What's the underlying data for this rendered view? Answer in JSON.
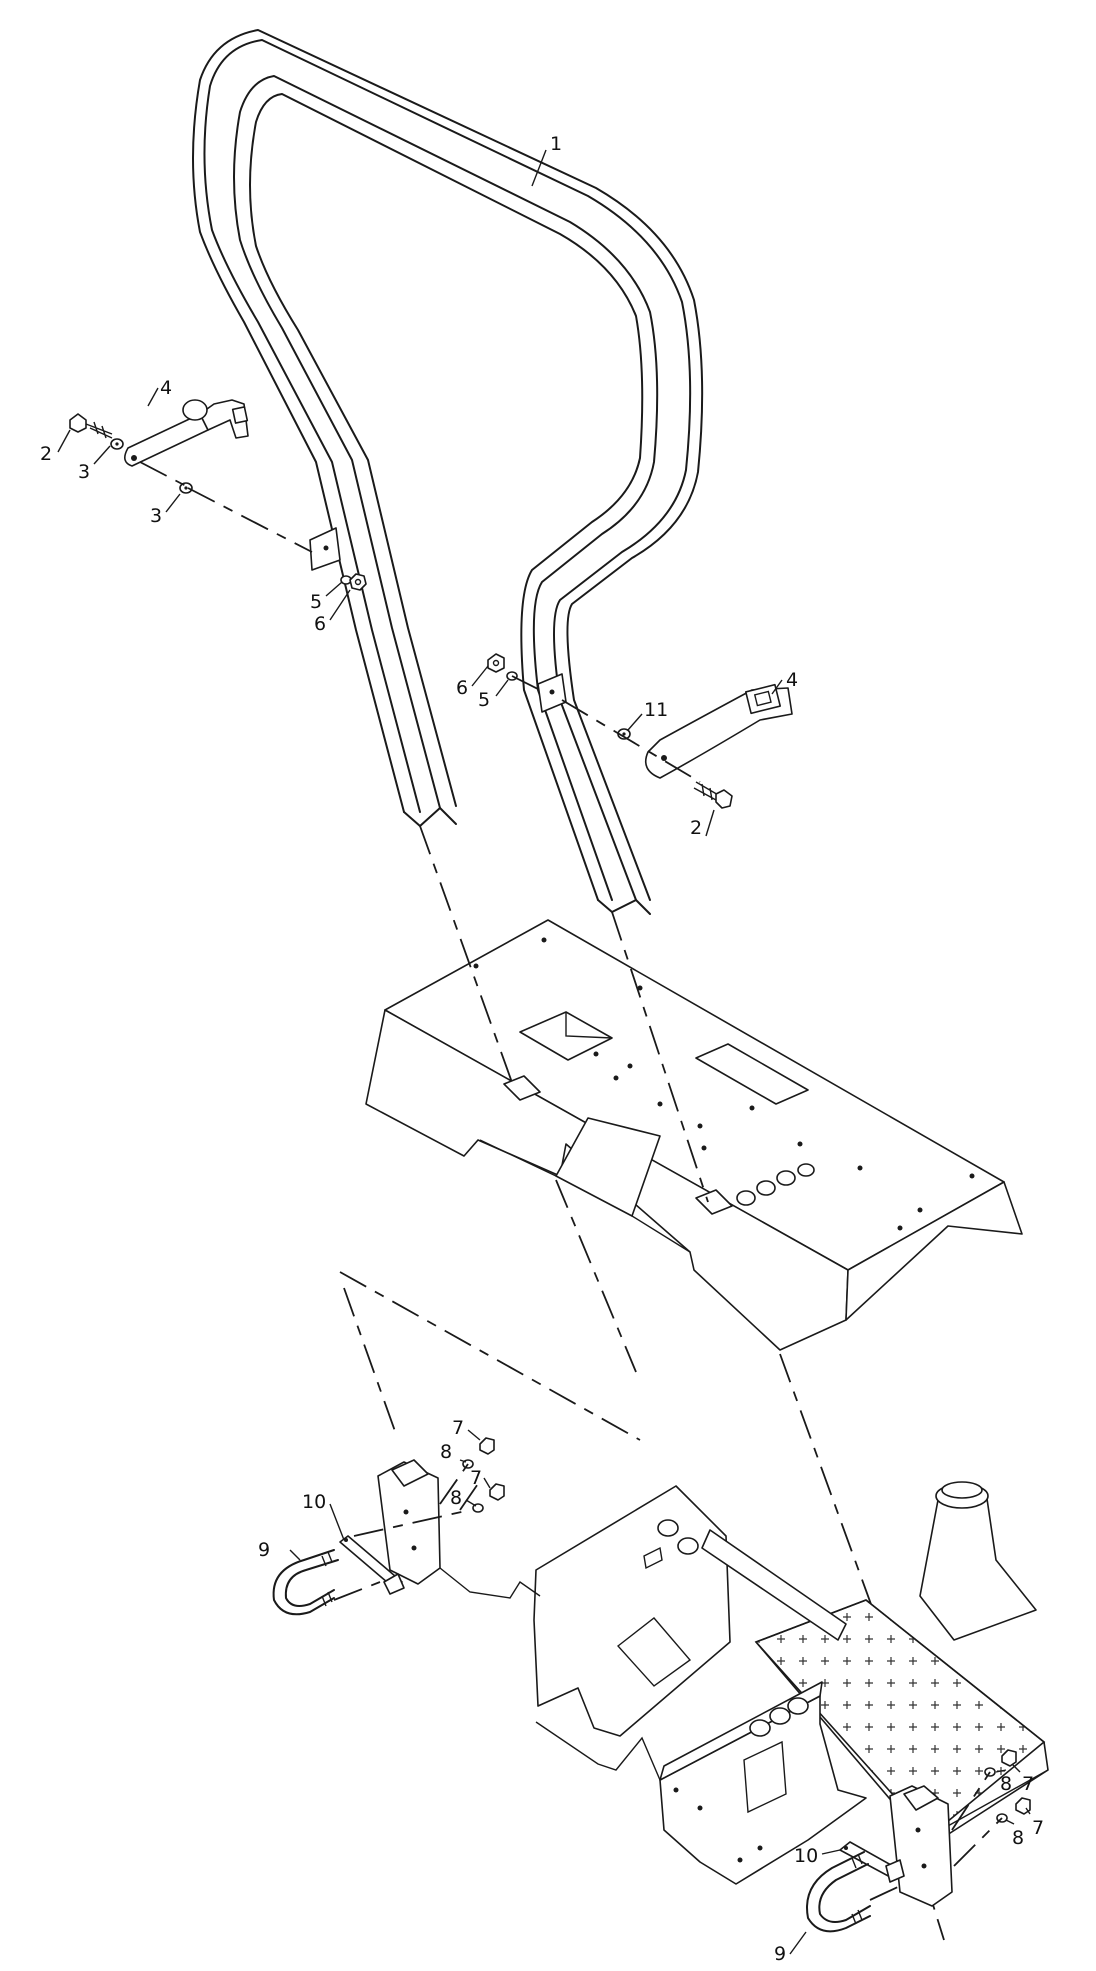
{
  "callouts": {
    "c1": "1",
    "c2a": "2",
    "c2b": "2",
    "c3a": "3",
    "c3b": "3",
    "c4a": "4",
    "c4b": "4",
    "c5a": "5",
    "c5b": "5",
    "c6a": "6",
    "c6b": "6",
    "c7a": "7",
    "c7b": "7",
    "c7c": "7",
    "c7d": "7",
    "c8a": "8",
    "c8b": "8",
    "c8c": "8",
    "c8d": "8",
    "c9a": "9",
    "c9b": "9",
    "c10a": "10",
    "c10b": "10",
    "c11": "11"
  }
}
